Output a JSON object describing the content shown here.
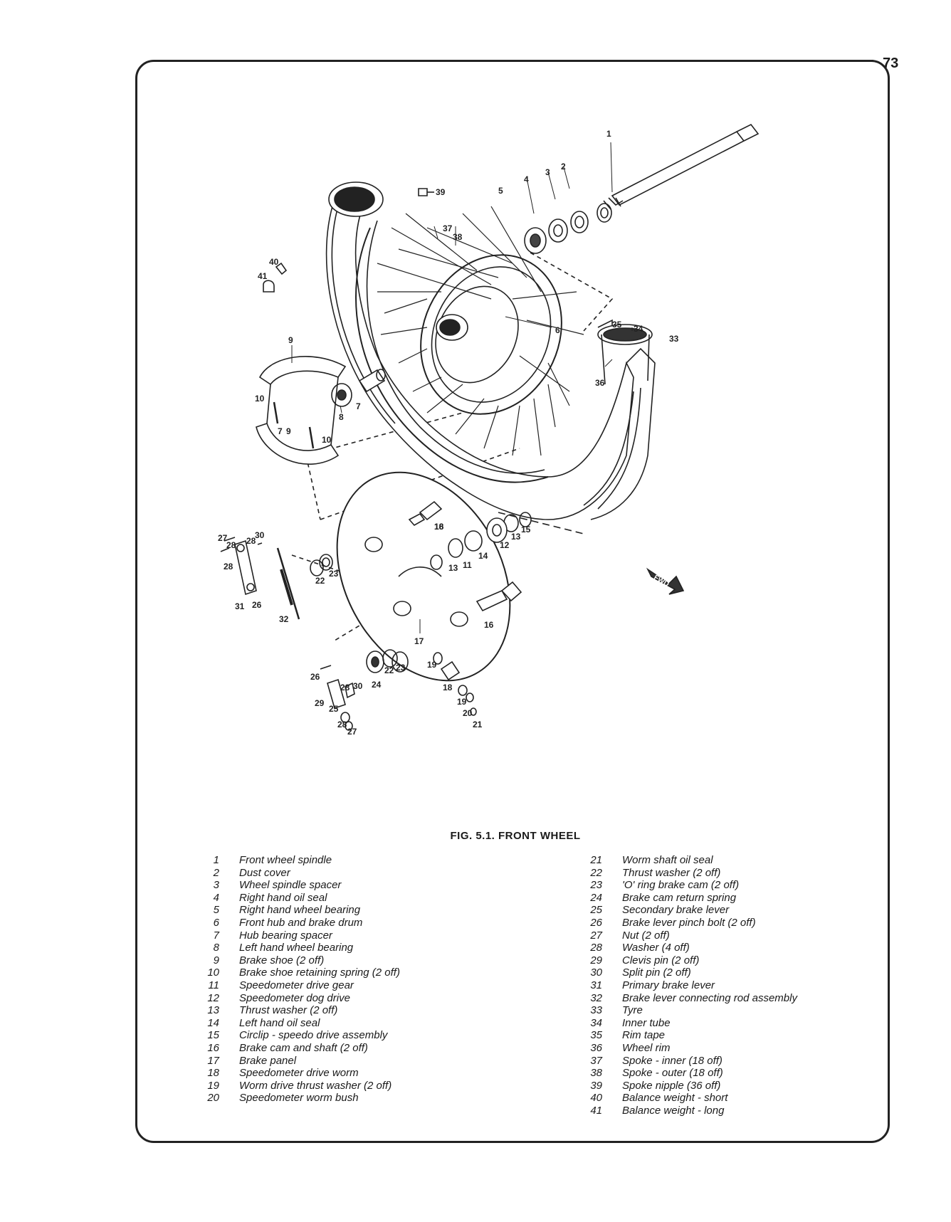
{
  "page_number": "73",
  "caption": "FIG. 5.1. FRONT WHEEL",
  "callouts": [
    {
      "id": "1",
      "label": "1"
    },
    {
      "id": "2",
      "label": "2"
    },
    {
      "id": "3",
      "label": "3"
    },
    {
      "id": "4",
      "label": "4"
    },
    {
      "id": "5",
      "label": "5"
    },
    {
      "id": "6",
      "label": "6"
    },
    {
      "id": "7",
      "label": "7"
    },
    {
      "id": "8",
      "label": "8"
    },
    {
      "id": "9a",
      "label": "9"
    },
    {
      "id": "9b",
      "label": "9"
    },
    {
      "id": "10a",
      "label": "10"
    },
    {
      "id": "10b",
      "label": "10"
    },
    {
      "id": "7b",
      "label": "7"
    },
    {
      "id": "11",
      "label": "11"
    },
    {
      "id": "12",
      "label": "12"
    },
    {
      "id": "13a",
      "label": "13"
    },
    {
      "id": "13b",
      "label": "13"
    },
    {
      "id": "14",
      "label": "14"
    },
    {
      "id": "15",
      "label": "15"
    },
    {
      "id": "16a",
      "label": "16"
    },
    {
      "id": "16b",
      "label": "16"
    },
    {
      "id": "17",
      "label": "17"
    },
    {
      "id": "18a",
      "label": "18"
    },
    {
      "id": "18b",
      "label": "18"
    },
    {
      "id": "19a",
      "label": "19"
    },
    {
      "id": "19b",
      "label": "19"
    },
    {
      "id": "20",
      "label": "20"
    },
    {
      "id": "21",
      "label": "21"
    },
    {
      "id": "22a",
      "label": "22"
    },
    {
      "id": "22b",
      "label": "22"
    },
    {
      "id": "23a",
      "label": "23"
    },
    {
      "id": "23b",
      "label": "23"
    },
    {
      "id": "24",
      "label": "24"
    },
    {
      "id": "25",
      "label": "25"
    },
    {
      "id": "26a",
      "label": "26"
    },
    {
      "id": "26b",
      "label": "26"
    },
    {
      "id": "27a",
      "label": "27"
    },
    {
      "id": "27b",
      "label": "27"
    },
    {
      "id": "28a",
      "label": "28"
    },
    {
      "id": "28b",
      "label": "28"
    },
    {
      "id": "28c",
      "label": "28"
    },
    {
      "id": "28d",
      "label": "28"
    },
    {
      "id": "28e",
      "label": "28"
    },
    {
      "id": "29",
      "label": "29"
    },
    {
      "id": "30a",
      "label": "30"
    },
    {
      "id": "30b",
      "label": "30"
    },
    {
      "id": "31",
      "label": "31"
    },
    {
      "id": "32",
      "label": "32"
    },
    {
      "id": "33",
      "label": "33"
    },
    {
      "id": "34",
      "label": "34"
    },
    {
      "id": "35",
      "label": "35"
    },
    {
      "id": "36",
      "label": "36"
    },
    {
      "id": "37",
      "label": "37"
    },
    {
      "id": "38",
      "label": "38"
    },
    {
      "id": "39",
      "label": "39"
    },
    {
      "id": "40",
      "label": "40"
    },
    {
      "id": "41",
      "label": "41"
    }
  ],
  "fwd_label": "FWD",
  "legend_left": [
    {
      "num": "1",
      "desc": "Front wheel spindle"
    },
    {
      "num": "2",
      "desc": "Dust cover"
    },
    {
      "num": "3",
      "desc": "Wheel spindle spacer"
    },
    {
      "num": "4",
      "desc": "Right hand oil seal"
    },
    {
      "num": "5",
      "desc": "Right hand wheel bearing"
    },
    {
      "num": "6",
      "desc": "Front hub and brake drum"
    },
    {
      "num": "7",
      "desc": "Hub bearing spacer"
    },
    {
      "num": "8",
      "desc": "Left hand wheel bearing"
    },
    {
      "num": "9",
      "desc": "Brake shoe (2 off)"
    },
    {
      "num": "10",
      "desc": "Brake shoe retaining spring (2 off)"
    },
    {
      "num": "11",
      "desc": "Speedometer drive gear"
    },
    {
      "num": "12",
      "desc": "Speedometer dog drive"
    },
    {
      "num": "13",
      "desc": "Thrust washer (2 off)"
    },
    {
      "num": "14",
      "desc": "Left hand oil seal"
    },
    {
      "num": "15",
      "desc": "Circlip - speedo drive assembly"
    },
    {
      "num": "16",
      "desc": "Brake cam and shaft (2 off)"
    },
    {
      "num": "17",
      "desc": "Brake panel"
    },
    {
      "num": "18",
      "desc": "Speedometer drive worm"
    },
    {
      "num": "19",
      "desc": "Worm drive thrust washer (2 off)"
    },
    {
      "num": "20",
      "desc": "Speedometer worm bush"
    }
  ],
  "legend_right": [
    {
      "num": "21",
      "desc": "Worm shaft oil seal"
    },
    {
      "num": "22",
      "desc": "Thrust washer (2 off)"
    },
    {
      "num": "23",
      "desc": "'O' ring brake cam (2 off)"
    },
    {
      "num": "24",
      "desc": "Brake cam return spring"
    },
    {
      "num": "25",
      "desc": "Secondary brake lever"
    },
    {
      "num": "26",
      "desc": "Brake lever pinch bolt (2 off)"
    },
    {
      "num": "27",
      "desc": "Nut (2 off)"
    },
    {
      "num": "28",
      "desc": "Washer (4 off)"
    },
    {
      "num": "29",
      "desc": "Clevis pin (2 off)"
    },
    {
      "num": "30",
      "desc": "Split pin (2 off)"
    },
    {
      "num": "31",
      "desc": "Primary brake lever"
    },
    {
      "num": "32",
      "desc": "Brake lever connecting rod assembly"
    },
    {
      "num": "33",
      "desc": "Tyre"
    },
    {
      "num": "34",
      "desc": "Inner tube"
    },
    {
      "num": "35",
      "desc": "Rim tape"
    },
    {
      "num": "36",
      "desc": "Wheel rim"
    },
    {
      "num": "37",
      "desc": "Spoke - inner (18 off)"
    },
    {
      "num": "38",
      "desc": "Spoke - outer (18 off)"
    },
    {
      "num": "39",
      "desc": "Spoke nipple (36 off)"
    },
    {
      "num": "40",
      "desc": "Balance weight - short"
    },
    {
      "num": "41",
      "desc": "Balance weight - long"
    }
  ]
}
